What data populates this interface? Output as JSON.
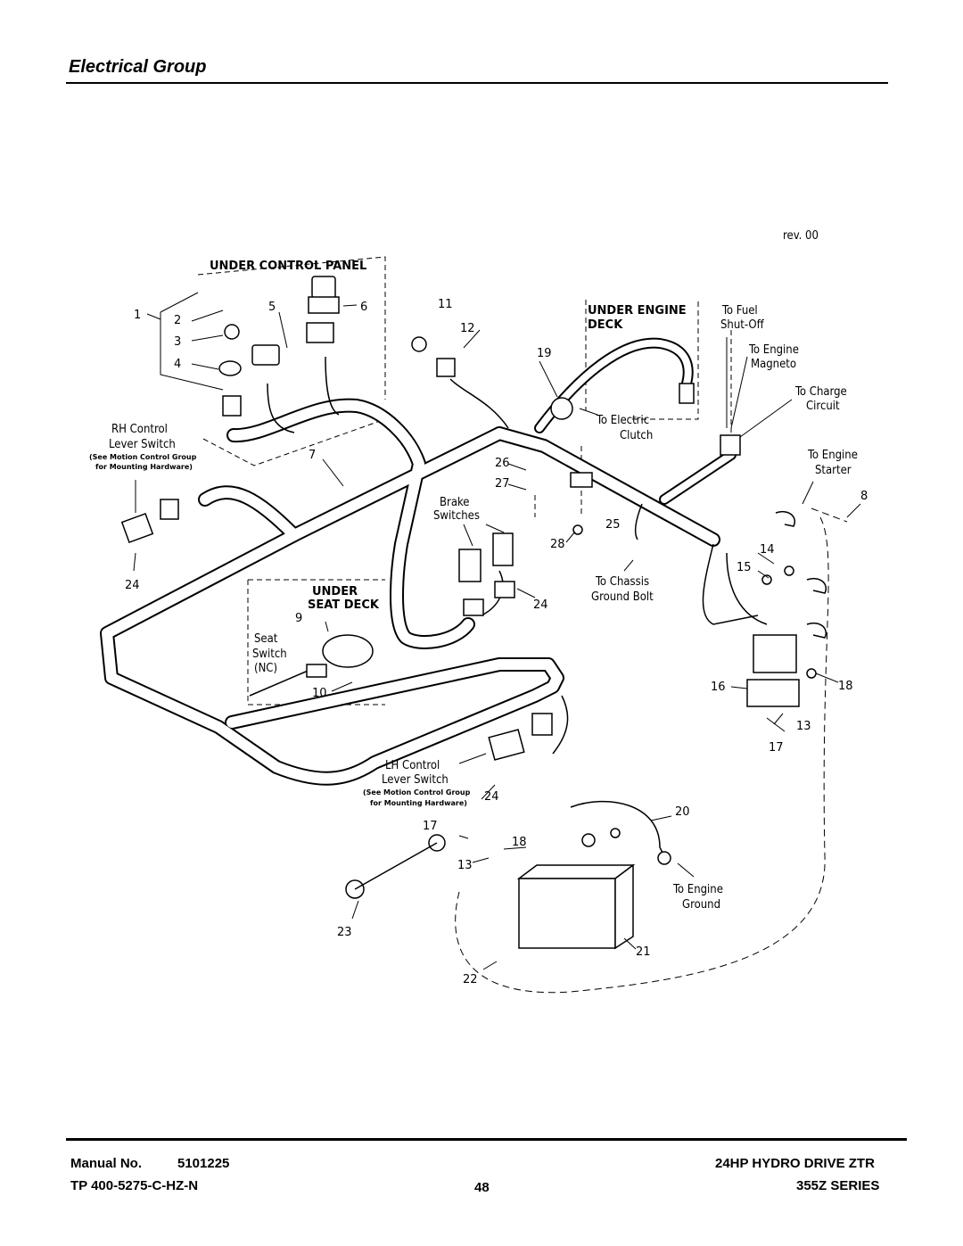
{
  "header": {
    "title": "Electrical Group"
  },
  "diagram": {
    "revision": "rev. 00",
    "panels": {
      "under_control_panel": "UNDER CONTROL PANEL",
      "under_engine_deck_1": "UNDER ENGINE",
      "under_engine_deck_2": "DECK",
      "under_seat_deck_1": "UNDER",
      "under_seat_deck_2": "SEAT DECK"
    },
    "labels": {
      "rh_control_1": "RH Control",
      "rh_control_2": "Lever Switch",
      "see_motion_1": "(See Motion Control Group",
      "see_motion_2": "for Mounting Hardware)",
      "brake_1": "Brake",
      "brake_2": "Switches",
      "seat_1": "Seat",
      "seat_2": "Switch",
      "seat_3": "(NC)",
      "lh_control_1": "LH Control",
      "lh_control_2": "Lever Switch",
      "lh_see_1": "(See Motion Control Group",
      "lh_see_2": "for Mounting Hardware)",
      "to_fuel_1": "To Fuel",
      "to_fuel_2": "Shut-Off",
      "to_magneto_1": "To Engine",
      "to_magneto_2": "Magneto",
      "to_charge_1": "To Charge",
      "to_charge_2": "Circuit",
      "to_clutch_1": "To Electric",
      "to_clutch_2": "Clutch",
      "to_starter_1": "To Engine",
      "to_starter_2": "Starter",
      "to_chassis_1": "To Chassis",
      "to_chassis_2": "Ground Bolt",
      "to_ground_1": "To Engine",
      "to_ground_2": "Ground"
    },
    "numbers": {
      "n1": "1",
      "n2": "2",
      "n3": "3",
      "n4": "4",
      "n5": "5",
      "n6": "6",
      "n7": "7",
      "n8": "8",
      "n9": "9",
      "n10": "10",
      "n11": "11",
      "n12": "12",
      "n13a": "13",
      "n13b": "13",
      "n14": "14",
      "n15": "15",
      "n16": "16",
      "n17a": "17",
      "n17b": "17",
      "n18a": "18",
      "n18b": "18",
      "n19": "19",
      "n20": "20",
      "n21": "21",
      "n22": "22",
      "n23": "23",
      "n24a": "24",
      "n24b": "24",
      "n24c": "24",
      "n25": "25",
      "n26": "26",
      "n27": "27",
      "n28": "28"
    }
  },
  "footer": {
    "manual_label": "Manual No.",
    "manual_no": "5101225",
    "tp": "TP 400-5275-C-HZ-N",
    "page": "48",
    "model": "24HP HYDRO DRIVE ZTR",
    "series": "355Z SERIES"
  }
}
